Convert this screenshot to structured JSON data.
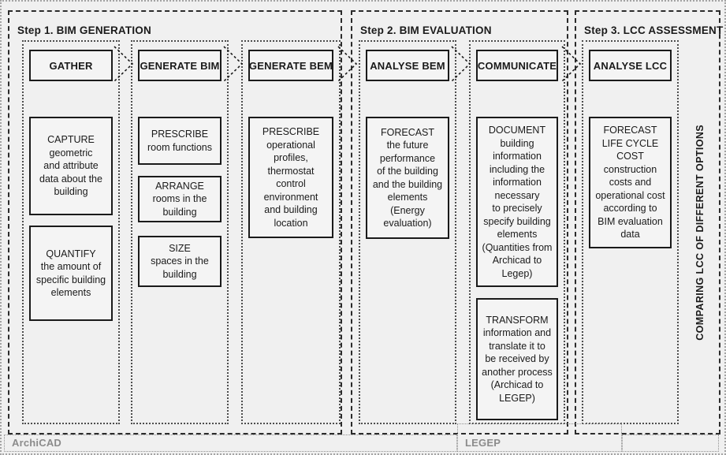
{
  "steps": [
    {
      "title": "Step 1. BIM GENERATION",
      "phases": [
        {
          "header": "GATHER",
          "boxes": [
            "CAPTURE\ngeometric\nand attribute\ndata about the\nbuilding",
            "QUANTIFY\nthe amount of\nspecific building\nelements"
          ]
        },
        {
          "header": "GENERATE BIM",
          "boxes": [
            "PRESCRIBE\nroom functions",
            "ARRANGE\nrooms in the\nbuilding",
            "SIZE\nspaces in the\nbuilding"
          ]
        },
        {
          "header": "GENERATE BEM",
          "boxes": [
            "PRESCRIBE\noperational\nprofiles,\nthermostat\ncontrol\nenvironment\nand building\nlocation"
          ]
        }
      ]
    },
    {
      "title": "Step 2. BIM EVALUATION",
      "phases": [
        {
          "header": "ANALYSE BEM",
          "boxes": [
            "FORECAST\nthe future\nperformance\nof the building\nand the building\nelements\n(Energy\nevaluation)"
          ]
        },
        {
          "header": "COMMUNICATE",
          "boxes": [
            "DOCUMENT\nbuilding\ninformation\nincluding the\ninformation\nnecessary\nto precisely\nspecify building\nelements\n(Quantities from\nArchicad to\nLegep)",
            "TRANSFORM\ninformation and\ntranslate it to\nbe received by\nanother process\n(Archicad to\nLEGEP)"
          ]
        }
      ]
    },
    {
      "title": "Step 3. LCC ASSESSMENT",
      "phases": [
        {
          "header": "ANALYSE LCC",
          "boxes": [
            "FORECAST\nLIFE CYCLE COST\nconstruction\ncosts and\noperational cost\naccording to\nBIM evaluation\ndata"
          ]
        }
      ]
    }
  ],
  "side_label": "COMPARING LCC OF DIFFERENT OPTIONS",
  "lanes": {
    "archicad": "ArchiCAD",
    "legep": "LEGEP"
  },
  "icons": {
    "phase_connector": "chevron-right"
  },
  "colors": {
    "background": "#f0f0f0",
    "box_border": "#1a1a1a",
    "step_border": "#2b2b2b",
    "lane_label": "#8b8b8b"
  }
}
